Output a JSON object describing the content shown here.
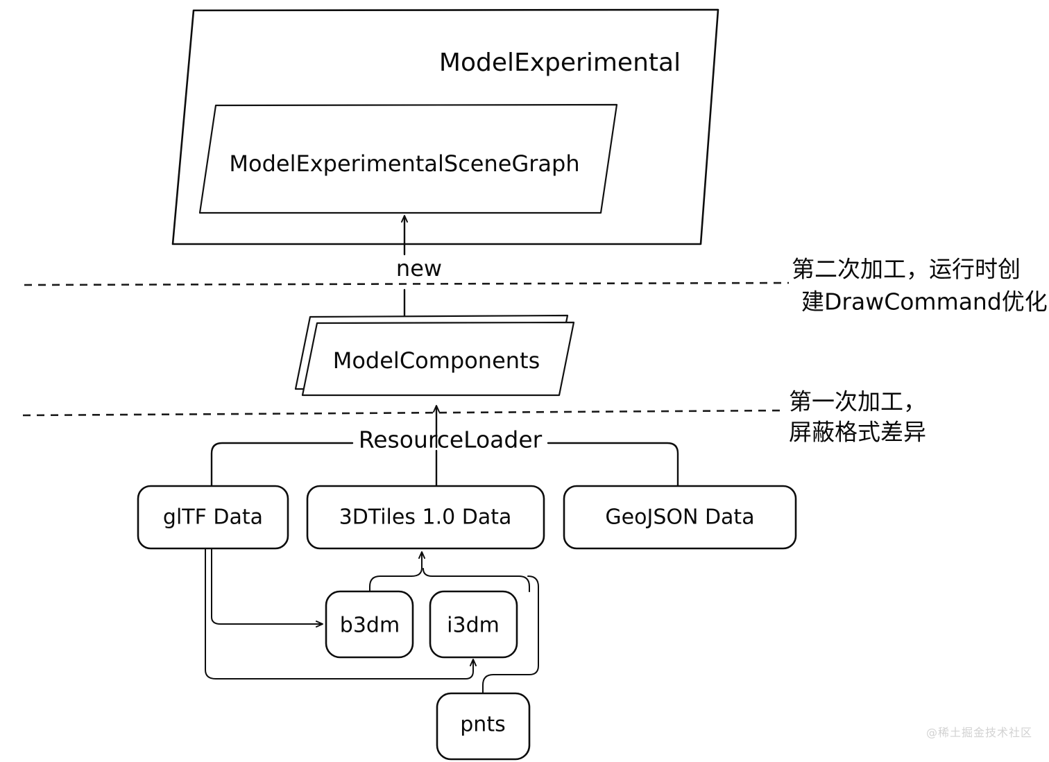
{
  "diagram": {
    "title_node": "ModelExperimental",
    "nodes": {
      "model_experimental": "ModelExperimental",
      "scene_graph": "ModelExperimentalSceneGraph",
      "model_components": "ModelComponents",
      "resource_loader": "ResourceLoader",
      "gltf_data": "glTF Data",
      "tiles_data": "3DTiles 1.0 Data",
      "geojson_data": "GeoJSON Data",
      "b3dm": "b3dm",
      "i3dm": "i3dm",
      "pnts": "pnts"
    },
    "edge_labels": {
      "new": "new"
    },
    "annotations": {
      "stage_two_line1": "第二次加工，运行时创",
      "stage_two_line2": "建DrawCommand优化",
      "stage_one_line1": "第一次加工，",
      "stage_one_line2": "屏蔽格式差异"
    },
    "watermark": "@稀土掘金技术社区",
    "colors": {
      "stroke": "#0d0d0d",
      "fill": "#ffffff",
      "watermark": "#d2d2d2"
    }
  }
}
